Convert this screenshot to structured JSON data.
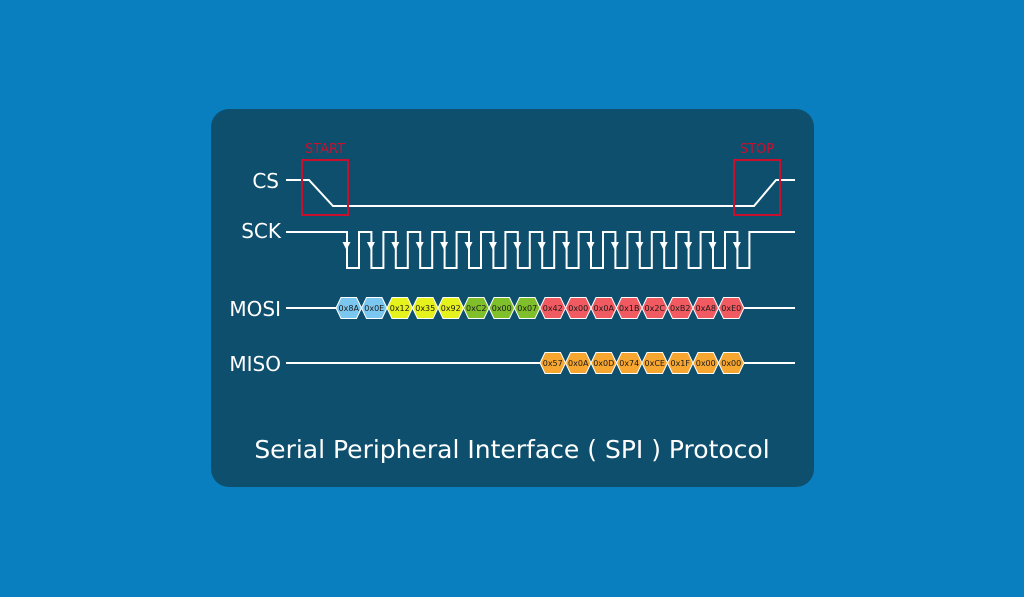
{
  "colors": {
    "page_background": "#0a7fc0",
    "card_background": "#0e4f6e",
    "line": "#ffffff",
    "marker": "#c8102e",
    "byte_blue": "#7cc7ef",
    "byte_yellow": "#e6f21c",
    "byte_green": "#7fbf2a",
    "byte_red": "#f25a61",
    "byte_orange": "#f7a630"
  },
  "signals": {
    "cs": "CS",
    "sck": "SCK",
    "mosi": "MOSI",
    "miso": "MISO"
  },
  "markers": {
    "start": "START",
    "stop": "STOP"
  },
  "sck_pulse_count": 17,
  "mosi_bytes": [
    {
      "value": "0x8A",
      "color": "byte_blue"
    },
    {
      "value": "0x0E",
      "color": "byte_blue"
    },
    {
      "value": "0x12",
      "color": "byte_yellow"
    },
    {
      "value": "0x35",
      "color": "byte_yellow"
    },
    {
      "value": "0x92",
      "color": "byte_yellow"
    },
    {
      "value": "0xC2",
      "color": "byte_green"
    },
    {
      "value": "0x00",
      "color": "byte_green"
    },
    {
      "value": "0x07",
      "color": "byte_green"
    },
    {
      "value": "0x42",
      "color": "byte_red"
    },
    {
      "value": "0x00",
      "color": "byte_red"
    },
    {
      "value": "0x0A",
      "color": "byte_red"
    },
    {
      "value": "0x1B",
      "color": "byte_red"
    },
    {
      "value": "0x2C",
      "color": "byte_red"
    },
    {
      "value": "0xB2",
      "color": "byte_red"
    },
    {
      "value": "0xA8",
      "color": "byte_red"
    },
    {
      "value": "0xE0",
      "color": "byte_red"
    }
  ],
  "miso_bytes": [
    {
      "value": "0x57",
      "color": "byte_orange"
    },
    {
      "value": "0x0A",
      "color": "byte_orange"
    },
    {
      "value": "0x0D",
      "color": "byte_orange"
    },
    {
      "value": "0x74",
      "color": "byte_orange"
    },
    {
      "value": "0xCE",
      "color": "byte_orange"
    },
    {
      "value": "0x1F",
      "color": "byte_orange"
    },
    {
      "value": "0x00",
      "color": "byte_orange"
    },
    {
      "value": "0x00",
      "color": "byte_orange"
    }
  ],
  "caption": "Serial Peripheral Interface ( SPI ) Protocol"
}
